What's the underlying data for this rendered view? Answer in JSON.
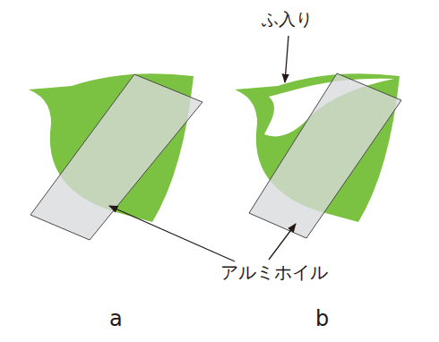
{
  "diagram": {
    "labels": [
      "ふ入り",
      "アルミホイル",
      "a",
      "b"
    ]
  }
}
